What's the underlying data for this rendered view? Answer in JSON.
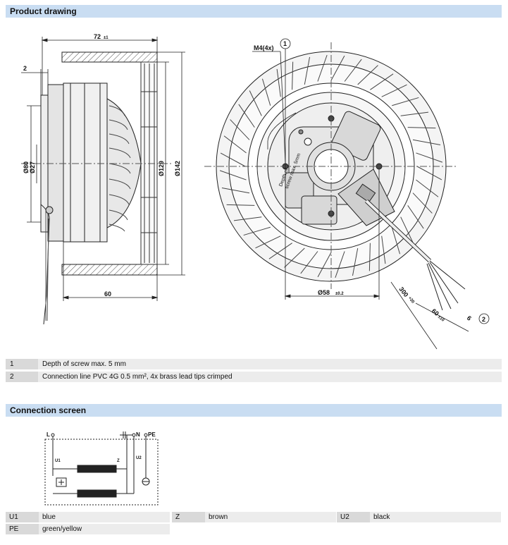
{
  "product_drawing": {
    "title": "Product drawing",
    "side_view": {
      "dim_width": "72",
      "dim_width_tol": "±1",
      "dim_offset": "2",
      "dim_d80": "Ø80",
      "dim_d27": "Ø27",
      "dim_d129": "Ø129",
      "dim_d142": "Ø142",
      "dim_bottom": "60"
    },
    "front_view": {
      "screw_label": "M4(4x)",
      "callout_1": "1",
      "callout_2": "2",
      "dim_d58": "Ø58",
      "dim_d58_tol": "±0.2",
      "cable_len": "300",
      "cable_len_tol": "+20",
      "strip_len": "60",
      "strip_len_tol": "±10",
      "tip_len": "6",
      "label_depth_a": "Depth of",
      "label_depth_b": "screw max. 5mm"
    }
  },
  "notes": [
    {
      "num": "1",
      "text": "Depth of screw max. 5 mm"
    },
    {
      "num": "2",
      "text": "Connection line PVC 4G 0.5 mm², 4x brass lead tips crimped"
    }
  ],
  "connection_screen": {
    "title": "Connection screen",
    "labels": {
      "L": "L",
      "N": "N",
      "PE": "PE",
      "U1": "U1",
      "Z": "Z",
      "U2": "U2"
    }
  },
  "legend": [
    {
      "key": "U1",
      "value": "blue"
    },
    {
      "key": "Z",
      "value": "brown"
    },
    {
      "key": "U2",
      "value": "black"
    },
    {
      "key": "PE",
      "value": "green/yellow"
    }
  ]
}
